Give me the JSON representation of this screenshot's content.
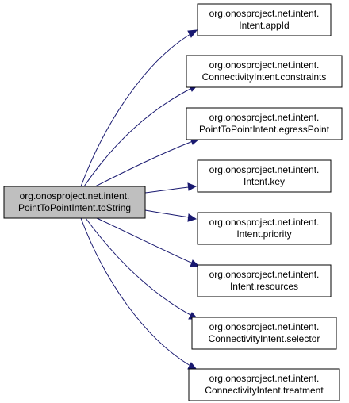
{
  "colors": {
    "source_fill": "#bfbfbf",
    "target_fill": "#ffffff",
    "border": "#000000",
    "edge": "#191970"
  },
  "graph": {
    "source": {
      "line1": "org.onosproject.net.intent.",
      "line2": "PointToPointIntent.toString"
    },
    "targets": [
      {
        "line1": "org.onosproject.net.intent.",
        "line2": "Intent.appId"
      },
      {
        "line1": "org.onosproject.net.intent.",
        "line2": "ConnectivityIntent.constraints"
      },
      {
        "line1": "org.onosproject.net.intent.",
        "line2": "PointToPointIntent.egressPoint"
      },
      {
        "line1": "org.onosproject.net.intent.",
        "line2": "Intent.key"
      },
      {
        "line1": "org.onosproject.net.intent.",
        "line2": "Intent.priority"
      },
      {
        "line1": "org.onosproject.net.intent.",
        "line2": "Intent.resources"
      },
      {
        "line1": "org.onosproject.net.intent.",
        "line2": "ConnectivityIntent.selector"
      },
      {
        "line1": "org.onosproject.net.intent.",
        "line2": "ConnectivityIntent.treatment"
      }
    ]
  }
}
